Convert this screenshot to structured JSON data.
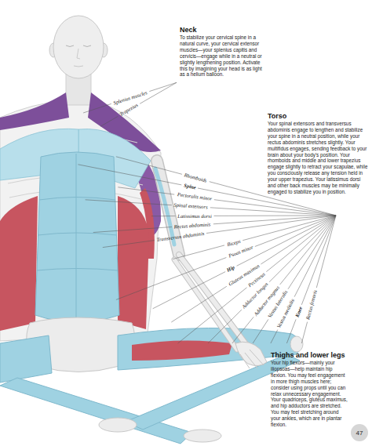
{
  "diagram": {
    "labels": [
      "Neck",
      "To stabilize your cervical spine in a natural curve, your cervical extensor muscles—your splenius capitis and cervicis—engage while in a neutral or slightly lengthening position. Activate this by imagining your head is as light as a helium balloon.",
      "Splenius muscles",
      "Trapezius",
      "Torso",
      "Your spinal extensors and transversus abdominis engage to lengthen and stabilize your spine in a neutral position, while your rectus abdominis stretches slightly. Your multifidus engages, sending feedback to your brain about your body's position. Your rhomboids and middle and lower trapezius engage slightly to retract your scapulae, while you consciously release any tension held in your upper trapezius. Your latissimus dorsi and other back muscles may be minimally engaged to stabilize you in position.",
      "Rhomboids",
      "Spine",
      "Pectoralis minor",
      "Spinal extensors",
      "Latissimus dorsi",
      "Rectus abdominis",
      "Transversus abdominis",
      "Biceps",
      "Psoas minor",
      "Hip",
      "Gluteus maximus",
      "Pectineus",
      "Adductor longus",
      "Adductor magnus",
      "Vastus lateralis",
      "Vastus medialis",
      "Knee",
      "Rectus femoris",
      "Thighs and lower legs",
      "Your hip flexors—mainly your iliopsoas—help maintain hip flexion. You may feel engagement in more thigh muscles here; consider using props until you can relax unnecessary engagement. Your quadriceps, gluteus maximus, and hip adductors are stretched. You may feel stretching around your ankles, which are in plantar flexion.",
      "47"
    ]
  }
}
